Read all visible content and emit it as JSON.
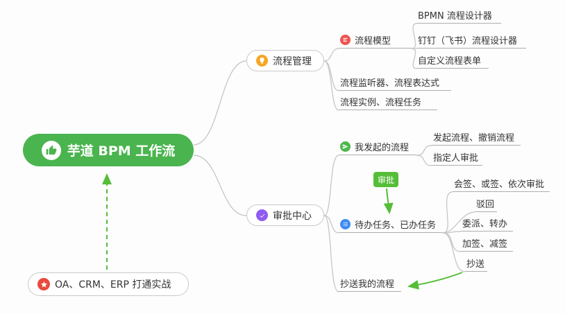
{
  "colors": {
    "root_bg": "#4ab44e",
    "arrow_green": "#55bd38",
    "badge_bg": "#55bd38",
    "connector": "#c9c9c9",
    "underline": "#adadad",
    "icon_orange": "#f5a623",
    "icon_red": "#ef5350",
    "icon_green": "#4cb84c",
    "icon_blue": "#3d8af2",
    "icon_purple": "#8f5bf0",
    "icon_star_red": "#e84a3f"
  },
  "root": {
    "label": "芋道 BPM 工作流"
  },
  "practice": {
    "label": "OA、CRM、ERP 打通实战"
  },
  "process": {
    "title": "流程管理",
    "model": {
      "title": "流程模型",
      "children": [
        "BPMN 流程设计器",
        "钉钉（飞书）流程设计器",
        "自定义流程表单"
      ]
    },
    "listener": "流程监听器、流程表达式",
    "instance": "流程实例、流程任务"
  },
  "approval": {
    "title": "审批中心",
    "initiated": {
      "title": "我发起的流程",
      "children": [
        "发起流程、撤销流程",
        "指定人审批"
      ]
    },
    "tasks": {
      "title": "待办任务、已办任务",
      "children": [
        "会签、或签、依次审批",
        "驳回",
        "委派、转办",
        "加签、减签",
        "抄送"
      ]
    },
    "cc": "抄送我的流程",
    "badge": "审批"
  }
}
